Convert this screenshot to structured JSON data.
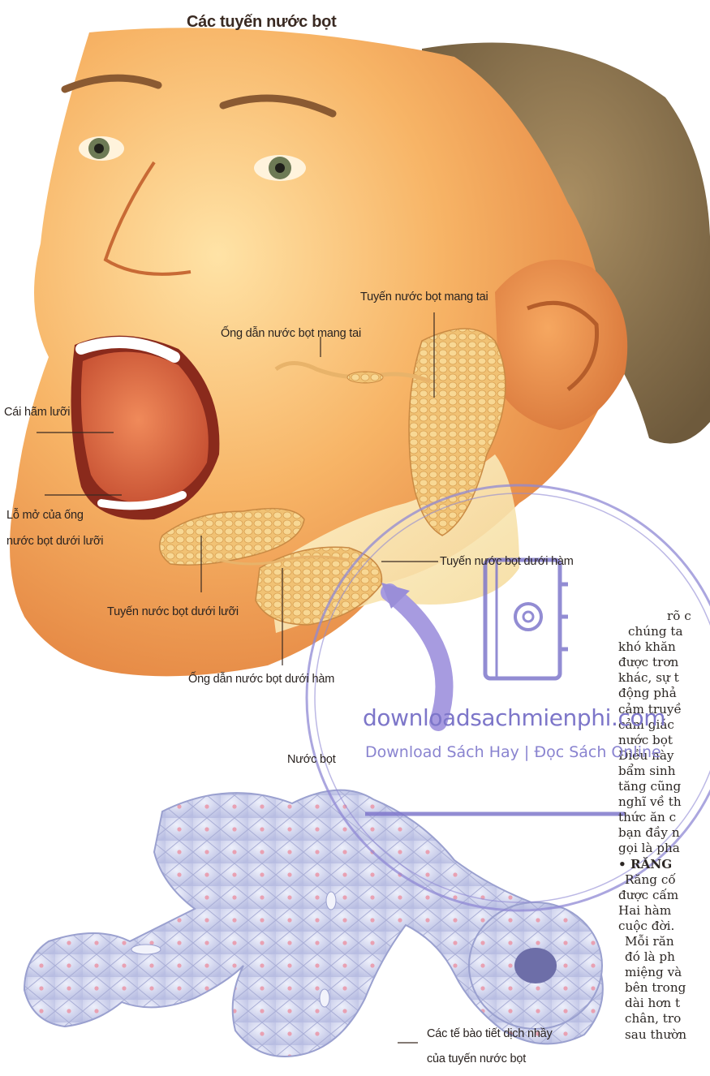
{
  "figure": {
    "title": "Các tuyến nước bọt",
    "labels": {
      "parotid_gland": "Tuyến nước bọt mang tai",
      "parotid_duct": "Ống dẫn nước bọt mang tai",
      "frenulum": "Cái hãm lưỡi",
      "sublingual_opening_1": "Lỗ mở của ống",
      "sublingual_opening_2": "nước bọt dưới lưỡi",
      "submandibular_gland": "Tuyến nước bọt dưới hàm",
      "sublingual_gland": "Tuyến nước bọt dưới lưỡi",
      "submandibular_duct": "Ống dẫn nước bọt dưới hàm",
      "saliva": "Nước bọt",
      "secretory_cells_1": "Các tế bào tiết dịch nhầy",
      "secretory_cells_2": "của tuyến nước bọt"
    }
  },
  "body_text": {
    "lines": [
      "rõ c",
      "chúng ta",
      "khó khăn",
      "được trơn",
      "khác, sự t",
      "động phả",
      "cảm truyề",
      "cảm giác",
      "nước bọt",
      "Điều này",
      "bẩm sinh",
      "tăng cũng",
      "nghĩ về th",
      "thức ăn c",
      "bạn đầy n",
      "gọi là pha",
      "• RĂNG",
      "Răng cố",
      "được cấm",
      "Hai hàm",
      "cuộc đời.",
      "Mỗi răn",
      "đó là ph",
      "miệng và",
      "bên trong",
      "dài hơn t",
      "chân, tro",
      "sau thườn"
    ]
  },
  "watermark": {
    "site": "downloadsachmienphi.com",
    "tagline": "Download Sách Hay | Đọc Sách Online"
  },
  "colors": {
    "skin": "#f4a35a",
    "gland": "#f0c47a",
    "cells": "#c9cde8",
    "watermark": "#7d76c9"
  }
}
